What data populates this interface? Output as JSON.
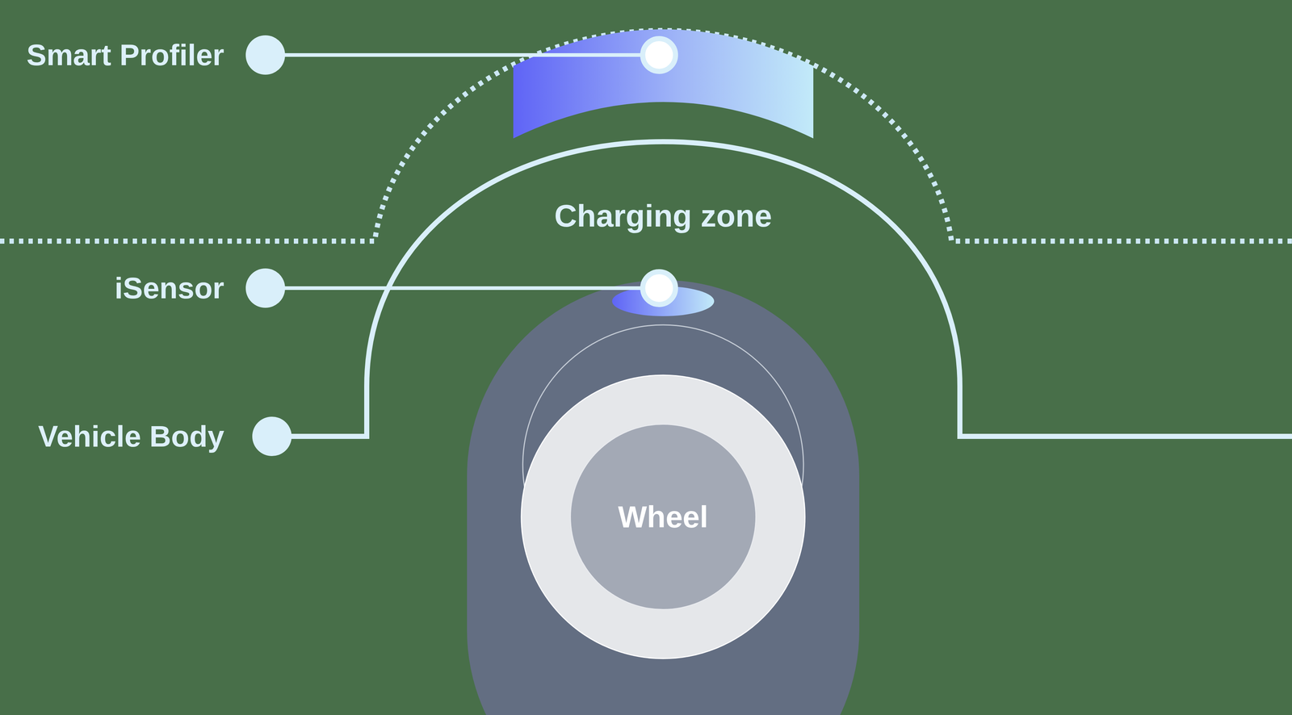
{
  "diagram": {
    "nodes": [
      {
        "text": [
          "Wheel"
        ]
      }
    ],
    "labels": [
      "Smart Profiler",
      "Charging zone",
      "iSensor",
      "Vehicle Body"
    ]
  }
}
